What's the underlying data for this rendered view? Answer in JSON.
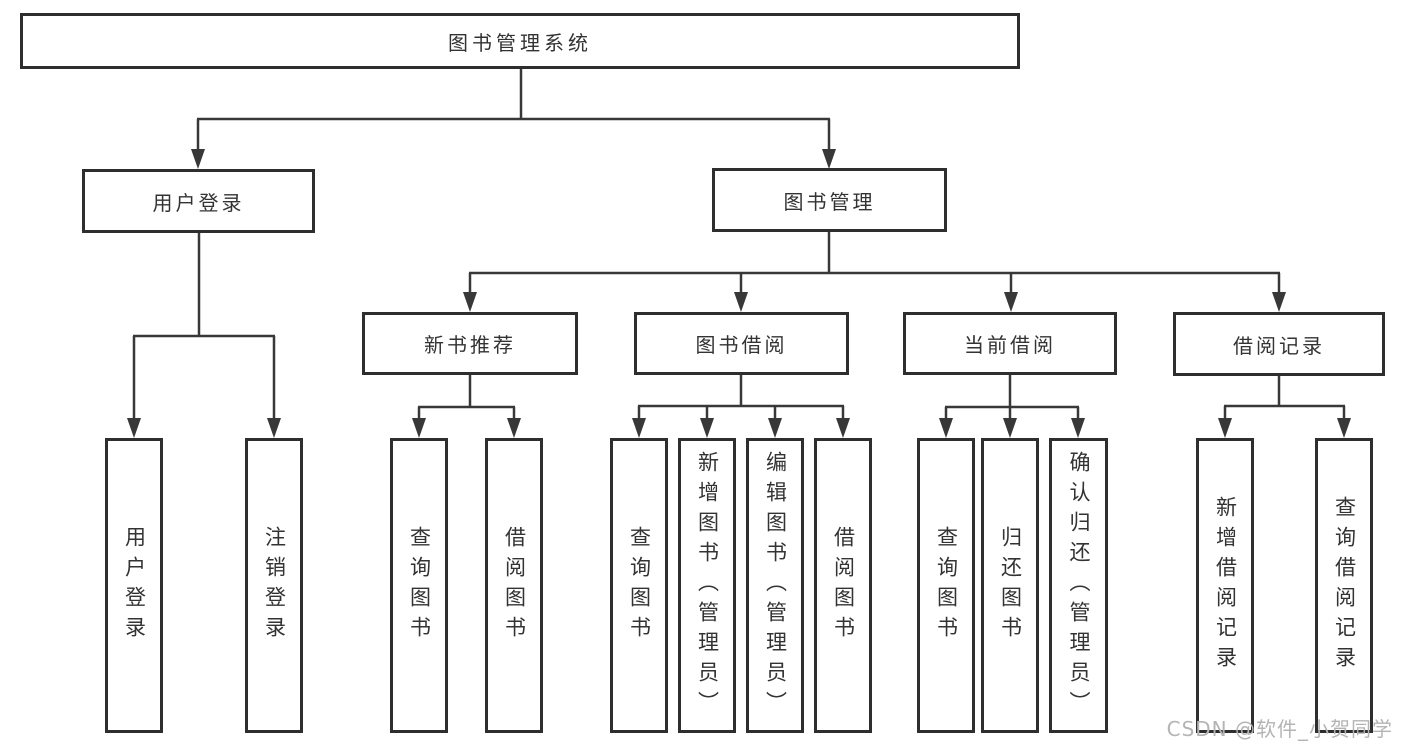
{
  "diagram": {
    "type": "hierarchy-flowchart",
    "line_color": "#383838",
    "box_border_color": "#2e2e2e",
    "box_fill_color": "#ffffff",
    "text_color": "#333333"
  },
  "tree": {
    "root": {
      "label": "图书管理系统"
    },
    "children": [
      {
        "label": "用户登录",
        "children": [
          {
            "label": "用户登录"
          },
          {
            "label": "注销登录"
          }
        ]
      },
      {
        "label": "图书管理",
        "children": [
          {
            "label": "新书推荐",
            "children": [
              {
                "label": "查询图书"
              },
              {
                "label": "借阅图书"
              }
            ]
          },
          {
            "label": "图书借阅",
            "children": [
              {
                "label": "查询图书"
              },
              {
                "label": "新增图书（管理员）"
              },
              {
                "label": "编辑图书（管理员）"
              },
              {
                "label": "借阅图书"
              }
            ]
          },
          {
            "label": "当前借阅",
            "children": [
              {
                "label": "查询图书"
              },
              {
                "label": "归还图书"
              },
              {
                "label": "确认归还（管理员）"
              }
            ]
          },
          {
            "label": "借阅记录",
            "children": [
              {
                "label": "新增借阅记录"
              },
              {
                "label": "查询借阅记录"
              }
            ]
          }
        ]
      }
    ]
  },
  "watermark": {
    "text": "CSDN @软件_小贺同学",
    "color": "#b4b4b4"
  }
}
